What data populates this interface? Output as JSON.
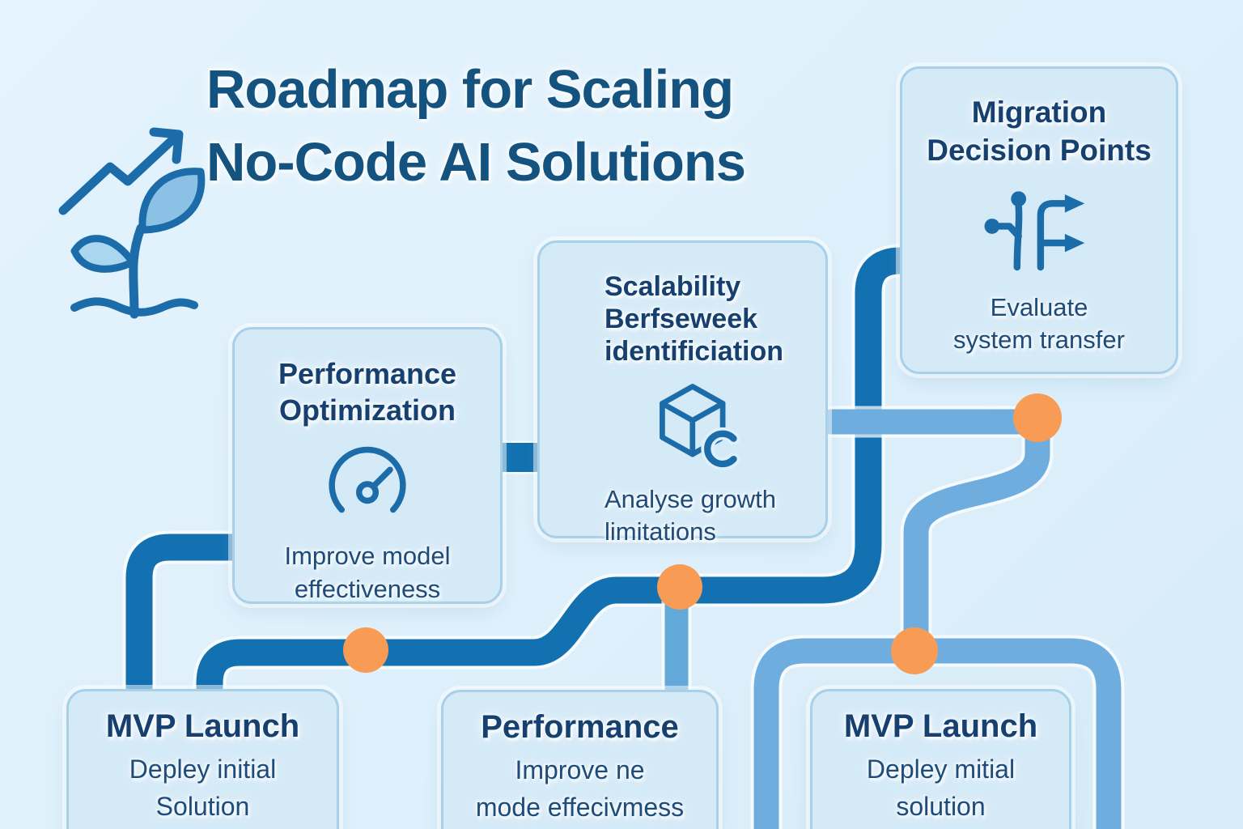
{
  "title": "Roadmap for Scaling\nNo-Code AI Solutions",
  "hero_icon": "growth-sprout-trend-icon",
  "colors": {
    "background": "#def0fb",
    "card_fill": "#d5eaf7",
    "card_border": "#a9d0e9",
    "dark_path": "#1371b1",
    "medium_path": "#6fadde",
    "light_path": "#63a9da",
    "node": "#f89c55",
    "title": "#14537f",
    "card_title": "#16406f",
    "caption": "#1d4b7a",
    "icon": "#1b6ca8"
  },
  "roadmap": {
    "milestone_nodes": 4
  },
  "cards": [
    {
      "id": "migration",
      "title": "Migration\nDecision Points",
      "caption": "Evaluate\nsystem transfer",
      "icon": "branch-decision-icon"
    },
    {
      "id": "scalability",
      "title": "Scalability\nBerfseweek\nidentificiation",
      "caption": "Analyse growth\nlimitations",
      "icon": "cube-icon"
    },
    {
      "id": "performance-optimization",
      "title": "Performance\nOptimization",
      "caption": "Improve model\neffectiveness",
      "icon": "gauge-icon"
    },
    {
      "id": "mvp-launch-left",
      "title": "MVP Launch",
      "caption": "Depley initial\nSolution"
    },
    {
      "id": "performance",
      "title": "Performance",
      "caption": "Improve ne\nmode effecivmess"
    },
    {
      "id": "mvp-launch-right",
      "title": "MVP Launch",
      "caption": "Depley mitial\nsolution"
    }
  ]
}
